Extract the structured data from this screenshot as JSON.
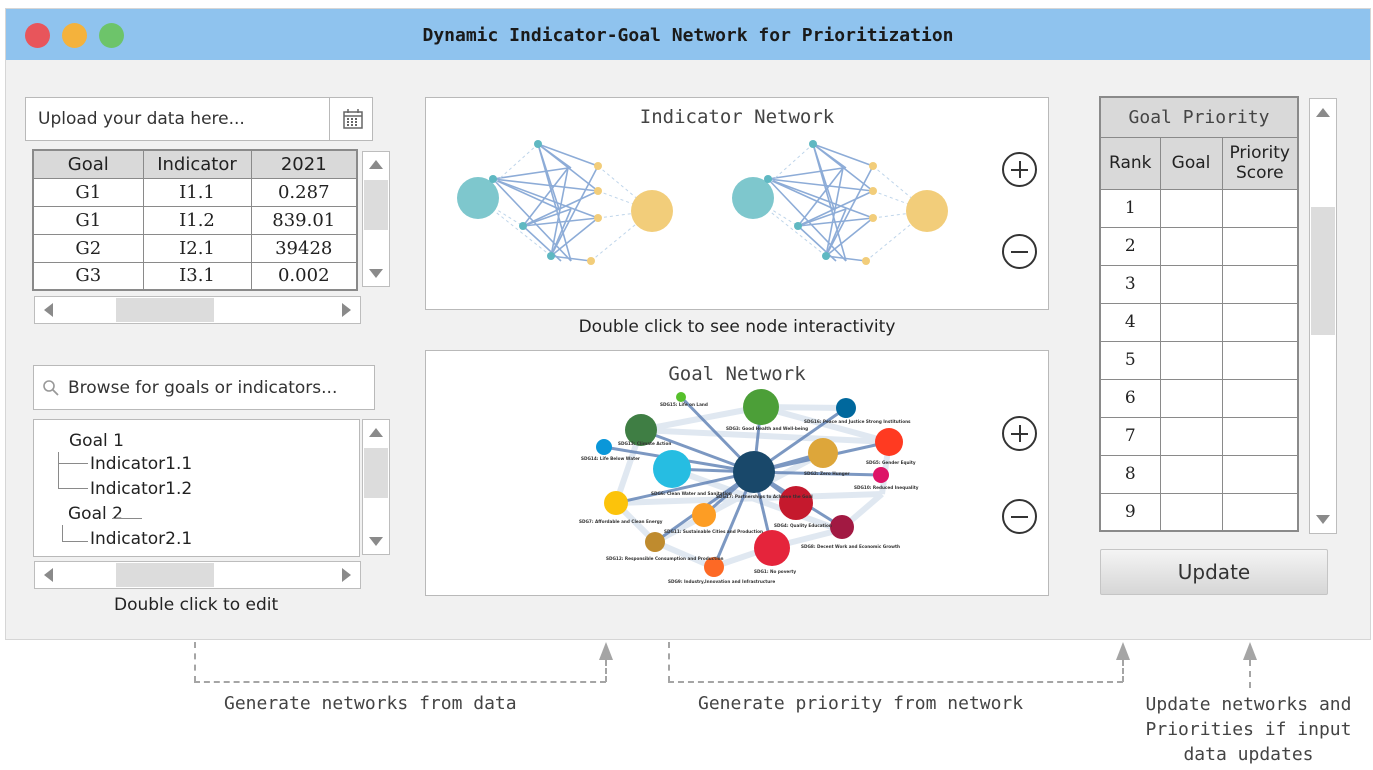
{
  "window": {
    "title": "Dynamic Indicator-Goal Network for Prioritization"
  },
  "upload": {
    "placeholder": "Upload your data here...",
    "icon": "calendar-icon"
  },
  "data_table": {
    "headers": [
      "Goal",
      "Indicator",
      "2021"
    ],
    "rows": [
      [
        "G1",
        "I1.1",
        "0.287"
      ],
      [
        "G1",
        "I1.2",
        "839.01"
      ],
      [
        "G2",
        "I2.1",
        "39428"
      ],
      [
        "G3",
        "I3.1",
        "0.002"
      ]
    ]
  },
  "search": {
    "placeholder": "Browse for goals or indicators...",
    "icon": "search-icon"
  },
  "tree": {
    "items": [
      "Goal 1",
      "Indicator1.1",
      "Indicator1.2",
      "Goal 2",
      "Indicator2.1"
    ]
  },
  "captions": {
    "edit_hint": "Double click to edit",
    "node_hint": "Double click to see node interactivity"
  },
  "indicator_network": {
    "title": "Indicator Network"
  },
  "goal_network": {
    "title": "Goal Network",
    "nodes": [
      "SDG15: Life on Land",
      "SDG3: Good Health and Well-being",
      "SDG16: Peace and Justice Strong Institutions",
      "SDG13: Climate Action",
      "SDG14: Life Below Water",
      "SDG5: Gender Equity",
      "SDG2: Zero Hunger",
      "SDG6: Clean Water and Sanitation",
      "SDG17: Partnerships to Achieve the Goal",
      "SDG10: Reduced Inequality",
      "SDG7: Affordable and Clean Energy",
      "SDG11: Sustainable Cities and Production",
      "SDG4: Quality Education",
      "SDG8: Decent Work and Economic Growth",
      "SDG12: Responsible Consumption and Production",
      "SDG1: No poverty",
      "SDG9: Industry,Innovation and Infrastructure"
    ],
    "colors": {
      "sdg1": "#e5243b",
      "sdg2": "#dda63a",
      "sdg3": "#4c9f38",
      "sdg4": "#c5192d",
      "sdg5": "#ff3a21",
      "sdg6": "#26bde2",
      "sdg7": "#fcc30b",
      "sdg8": "#a21942",
      "sdg9": "#fd6925",
      "sdg10": "#dd1367",
      "sdg11": "#fd9d24",
      "sdg12": "#bf8b2e",
      "sdg13": "#3f7e44",
      "sdg14": "#0a97d9",
      "sdg15": "#56c02b",
      "sdg16": "#00689d",
      "sdg17": "#19486a"
    }
  },
  "priority": {
    "title": "Goal Priority",
    "headers": [
      "Rank",
      "Goal",
      "Priority Score"
    ],
    "ranks": [
      "1",
      "2",
      "3",
      "4",
      "5",
      "6",
      "7",
      "8",
      "9"
    ]
  },
  "update_button": {
    "label": "Update"
  },
  "annotations": {
    "generate_networks": "Generate networks from data",
    "generate_priority": "Generate priority from network",
    "update_line1": "Update networks and",
    "update_line2": "Priorities if input",
    "update_line3": "data updates"
  }
}
